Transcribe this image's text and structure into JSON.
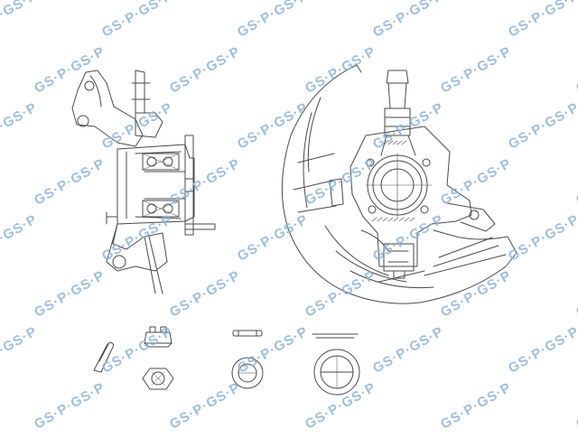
{
  "watermark": {
    "text": "GS·P·GS·P",
    "color": "#8fb3d6"
  },
  "colors": {
    "line": "#4a4a4a",
    "background": "#ffffff"
  },
  "diagram": {
    "parts": [
      {
        "name": "steering-knuckle-side-section"
      },
      {
        "name": "steering-knuckle-front-view"
      },
      {
        "name": "dust-shield"
      },
      {
        "name": "cotter-pin"
      },
      {
        "name": "castle-nut"
      },
      {
        "name": "hub-nut"
      },
      {
        "name": "retaining-ring"
      },
      {
        "name": "dust-cap"
      }
    ]
  }
}
